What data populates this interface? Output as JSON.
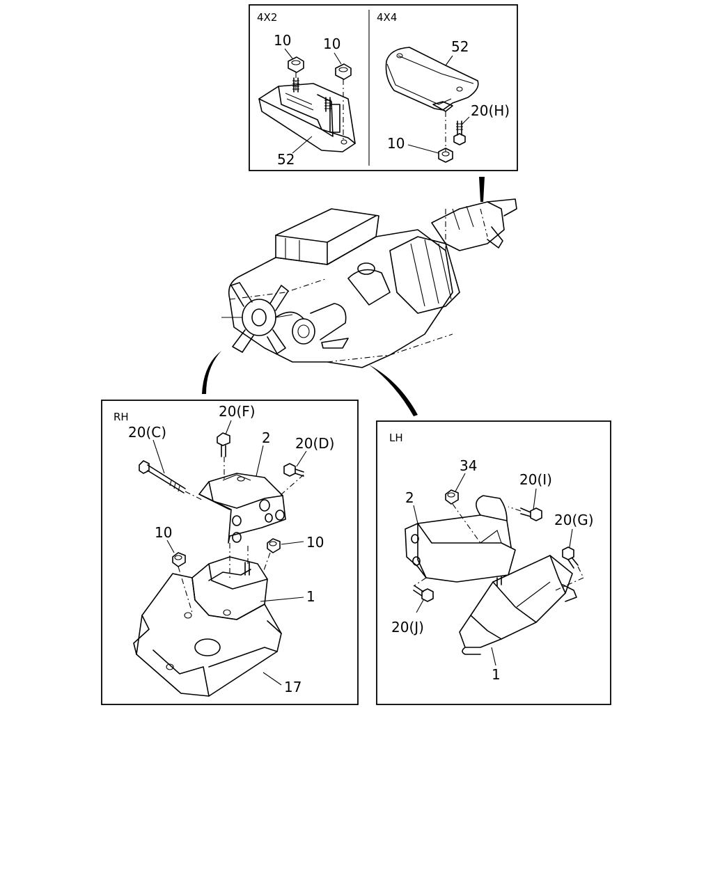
{
  "panels": {
    "top": {
      "left_heading": "4X2",
      "right_heading": "4X4",
      "callouts": {
        "nut_a": "10",
        "nut_b": "10",
        "bracket_4x2": "52",
        "bracket_4x4": "52",
        "bolt_h": "20(H)",
        "nut_4x4": "10"
      }
    },
    "rh": {
      "heading": "RH",
      "callouts": {
        "bolt_f": "20(F)",
        "bolt_c": "20(C)",
        "bracket": "2",
        "bolt_d": "20(D)",
        "nut_left": "10",
        "nut_right": "10",
        "mount": "1",
        "shield": "17"
      }
    },
    "lh": {
      "heading": "LH",
      "callouts": {
        "nut": "34",
        "bolt_i": "20(I)",
        "bracket": "2",
        "bolt_g": "20(G)",
        "bolt_j": "20(J)",
        "mount": "1"
      }
    }
  }
}
